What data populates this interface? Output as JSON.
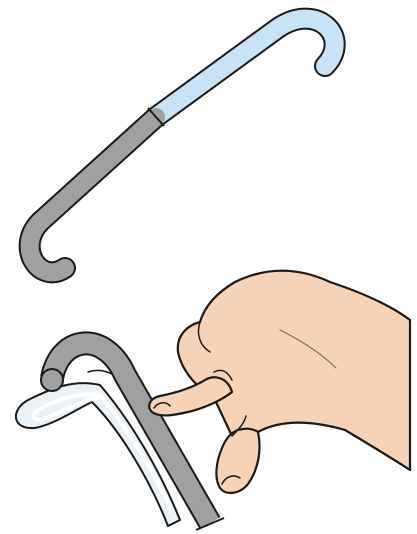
{
  "illustration": {
    "panels": [
      {
        "name": "hooked-rod",
        "regions": [
          "light-blue-segment",
          "grey-segment"
        ]
      },
      {
        "name": "bending-hand",
        "regions": [
          "grey-bent-rod",
          "white-sheath",
          "hand"
        ]
      }
    ],
    "colors": {
      "outline": "#1a1a1a",
      "grey": "#9fa0a2",
      "light_blue": "#c8e3f3",
      "skin": "#f6d2b6",
      "sheath": "#eaf1f6",
      "sheath_inner": "#ffffff"
    }
  }
}
